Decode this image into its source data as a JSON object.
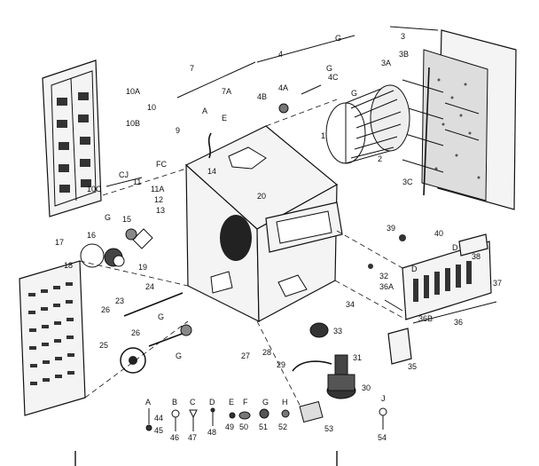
{
  "parts": [
    {
      "key": "p1",
      "text": "1"
    },
    {
      "key": "p2",
      "text": "2"
    },
    {
      "key": "p3",
      "text": "3"
    },
    {
      "key": "p3A",
      "text": "3A"
    },
    {
      "key": "p3B",
      "text": "3B"
    },
    {
      "key": "p3C",
      "text": "3C"
    },
    {
      "key": "p4",
      "text": "4"
    },
    {
      "key": "p4A",
      "text": "4A"
    },
    {
      "key": "p4B",
      "text": "4B"
    },
    {
      "key": "p4C",
      "text": "4C"
    },
    {
      "key": "p7",
      "text": "7"
    },
    {
      "key": "p7A",
      "text": "7A"
    },
    {
      "key": "pA",
      "text": "A"
    },
    {
      "key": "pE",
      "text": "E"
    },
    {
      "key": "p9",
      "text": "9"
    },
    {
      "key": "p10",
      "text": "10"
    },
    {
      "key": "p10A",
      "text": "10A"
    },
    {
      "key": "p10B",
      "text": "10B"
    },
    {
      "key": "p10C",
      "text": "10C"
    },
    {
      "key": "pFC",
      "text": "FC"
    },
    {
      "key": "pCJ",
      "text": "CJ"
    },
    {
      "key": "p11",
      "text": "11"
    },
    {
      "key": "p11A",
      "text": "11A"
    },
    {
      "key": "p12",
      "text": "12"
    },
    {
      "key": "p13",
      "text": "13"
    },
    {
      "key": "p14",
      "text": "14"
    },
    {
      "key": "p15",
      "text": "15"
    },
    {
      "key": "p16",
      "text": "16"
    },
    {
      "key": "p17",
      "text": "17"
    },
    {
      "key": "p18",
      "text": "18"
    },
    {
      "key": "p19",
      "text": "19"
    },
    {
      "key": "p20",
      "text": "20"
    },
    {
      "key": "p23",
      "text": "23"
    },
    {
      "key": "p24",
      "text": "24"
    },
    {
      "key": "p25",
      "text": "25"
    },
    {
      "key": "p26a",
      "text": "26"
    },
    {
      "key": "p26b",
      "text": "26"
    },
    {
      "key": "p27",
      "text": "27"
    },
    {
      "key": "p28",
      "text": "28"
    },
    {
      "key": "p29",
      "text": "29"
    },
    {
      "key": "p30",
      "text": "30"
    },
    {
      "key": "p31",
      "text": "31"
    },
    {
      "key": "p32",
      "text": "32"
    },
    {
      "key": "p33",
      "text": "33"
    },
    {
      "key": "p34",
      "text": "34"
    },
    {
      "key": "p35",
      "text": "35"
    },
    {
      "key": "p36",
      "text": "36"
    },
    {
      "key": "p36A",
      "text": "36A"
    },
    {
      "key": "p36B",
      "text": "36B"
    },
    {
      "key": "p37",
      "text": "37"
    },
    {
      "key": "p38",
      "text": "38"
    },
    {
      "key": "p39",
      "text": "39"
    },
    {
      "key": "p40",
      "text": "40"
    },
    {
      "key": "pG1",
      "text": "G"
    },
    {
      "key": "pG2",
      "text": "G"
    },
    {
      "key": "pG3",
      "text": "G"
    },
    {
      "key": "pG4",
      "text": "G"
    },
    {
      "key": "pG5",
      "text": "G"
    },
    {
      "key": "pG6",
      "text": "G"
    },
    {
      "key": "pD1",
      "text": "D"
    },
    {
      "key": "pD2",
      "text": "D"
    }
  ],
  "hardware": [
    {
      "letter": "A",
      "number": "44",
      "second": "45"
    },
    {
      "letter": "B",
      "number": "46"
    },
    {
      "letter": "C",
      "number": "47"
    },
    {
      "letter": "D",
      "number": "48"
    },
    {
      "letter": "E",
      "number": "49"
    },
    {
      "letter": "F",
      "number": "50"
    },
    {
      "letter": "G",
      "number": "51"
    },
    {
      "letter": "H",
      "number": "52"
    },
    {
      "letter": "",
      "number": "53"
    },
    {
      "letter": "J",
      "number": "54"
    }
  ]
}
